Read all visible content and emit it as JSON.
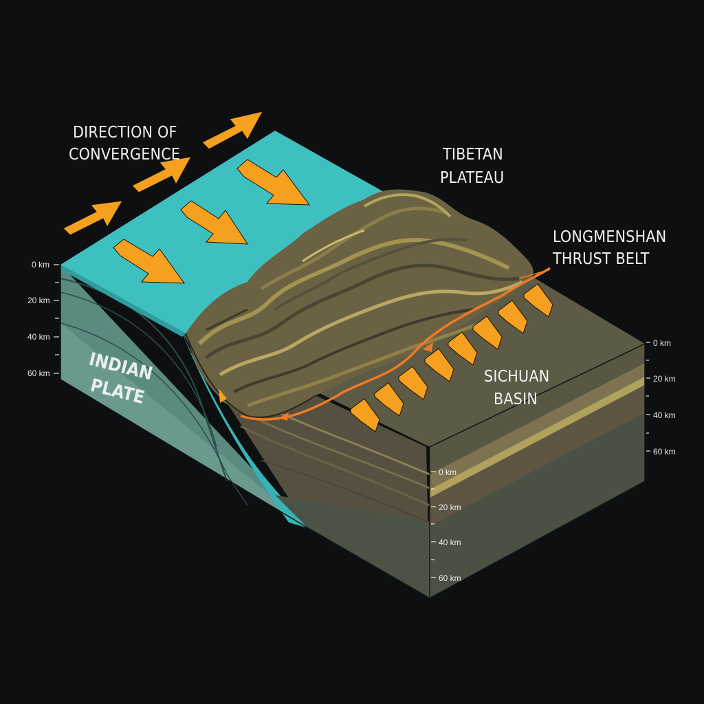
{
  "labels": {
    "direction_line1": "DIRECTION OF",
    "direction_line2": "CONVERGENCE",
    "tibetan_line1": "TIBETAN",
    "tibetan_line2": "PLATEAU",
    "longmen_line1": "LONGMENSHAN",
    "longmen_line2": "THRUST BELT",
    "indian_line1": "INDIAN",
    "indian_line2": "PLATE",
    "sichuan_line1": "SICHUAN",
    "sichuan_line2": "BASIN"
  },
  "depth_scales": {
    "left": [
      "0 km",
      "20 km",
      "40 km",
      "60 km"
    ],
    "right": [
      "0 km",
      "20 km",
      "40 km",
      "60 km"
    ],
    "front": [
      "0 km",
      "20 km",
      "40 km",
      "60 km"
    ]
  },
  "colors": {
    "ocean": "#3fc0c0",
    "arrow": "#f5a11f",
    "fault": "#f07a24",
    "basin_top": "#5d5a45",
    "background": "#0d0f11"
  }
}
